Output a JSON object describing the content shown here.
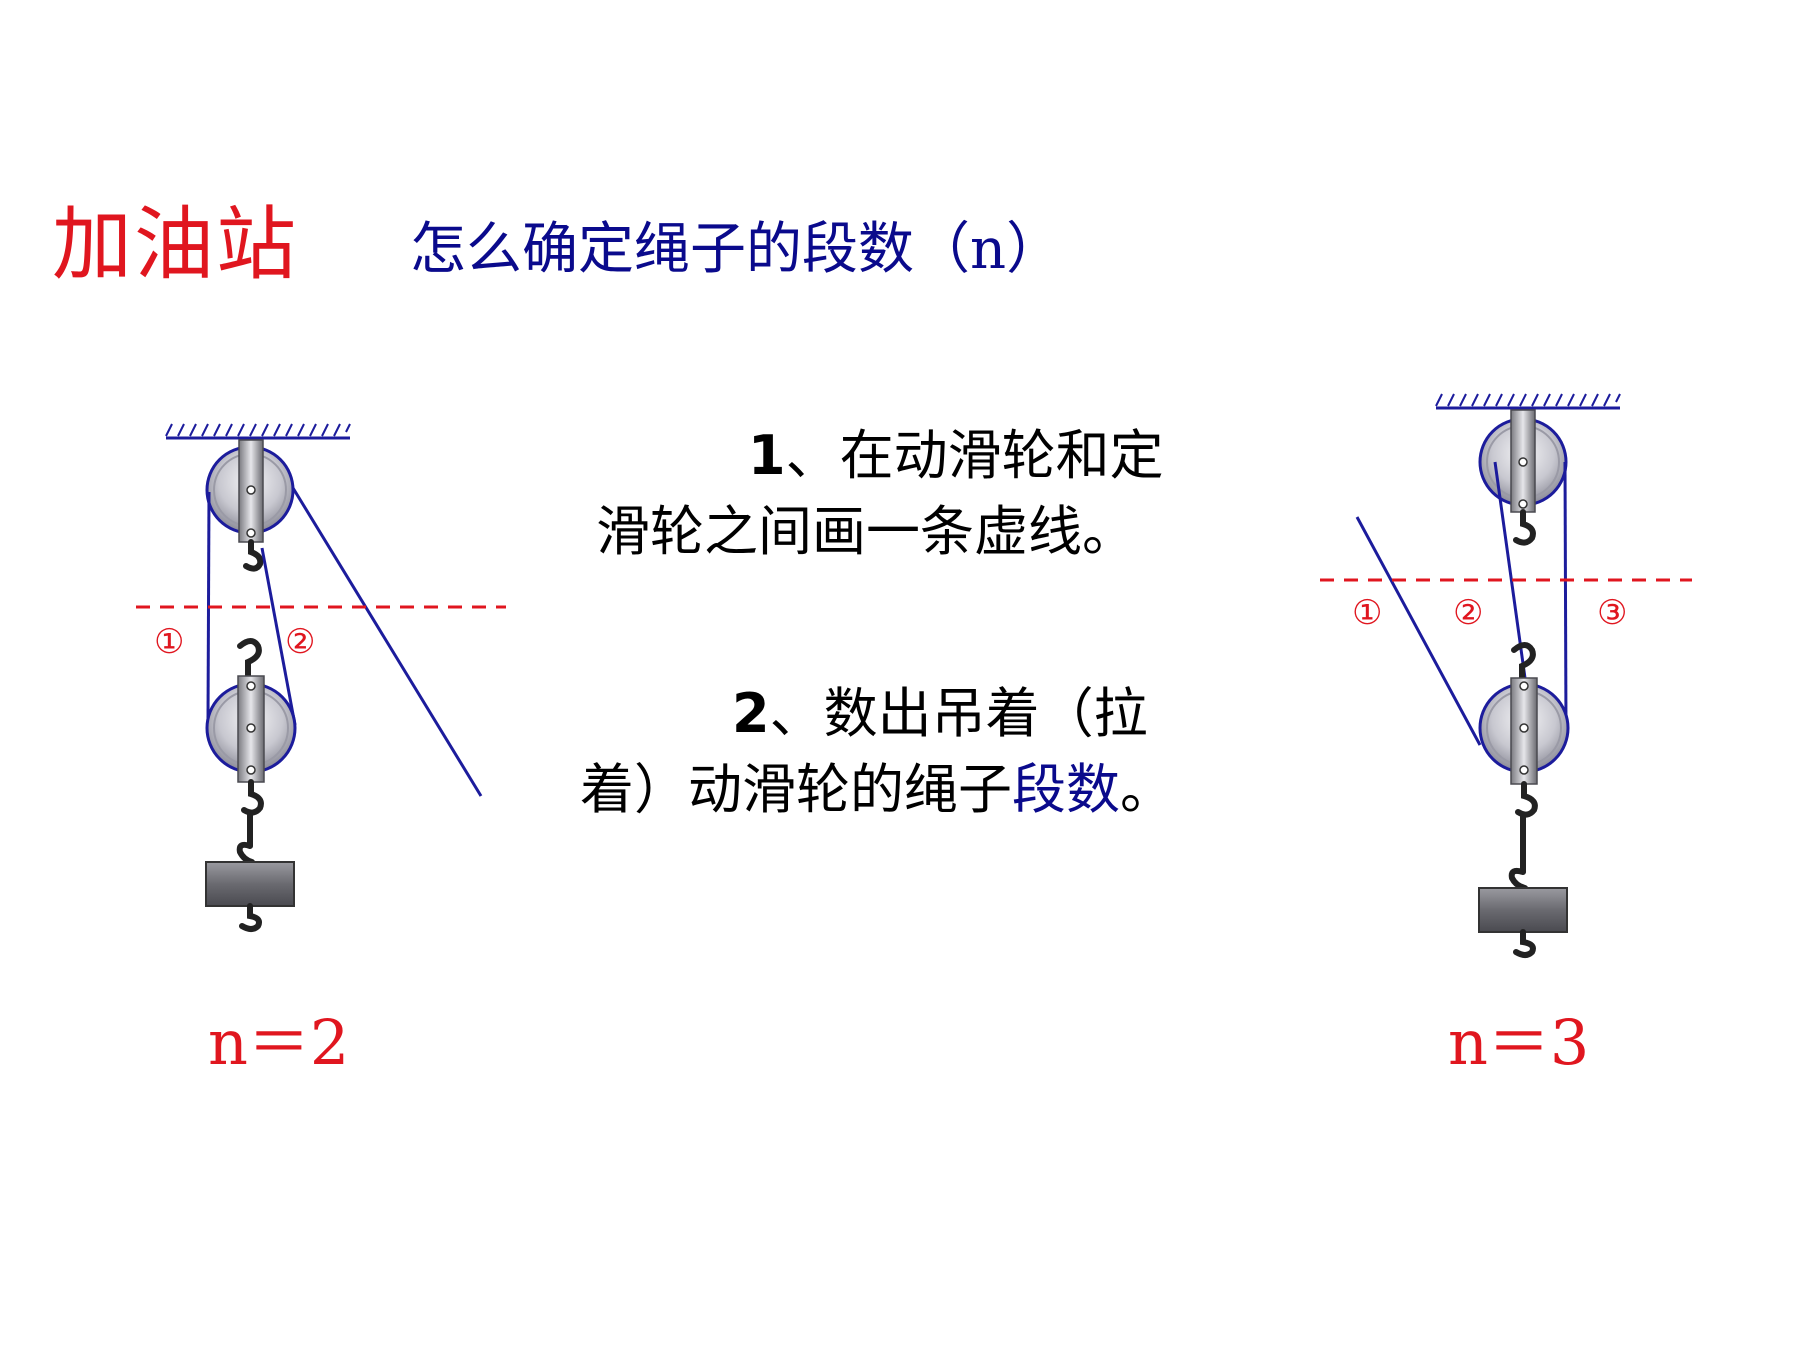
{
  "header": {
    "title": "加油站",
    "subtitle": "怎么确定绳子的段数（n）"
  },
  "steps": [
    {
      "number": "1",
      "line1_rest": "、在动滑轮和定",
      "line2": "滑轮之间画一条虚线。"
    },
    {
      "number": "2",
      "line1_rest": "、数出吊着（拉",
      "line2_prefix": "着）动滑轮的绳子",
      "line2_highlight": "段数",
      "line2_suffix": "。"
    }
  ],
  "diagrams": {
    "left": {
      "segment_labels": [
        "①",
        "②"
      ],
      "result": "n＝2"
    },
    "right": {
      "segment_labels": [
        "①",
        "②",
        "③"
      ],
      "result": "n＝3"
    }
  },
  "colors": {
    "title_red": "#e0161f",
    "subtitle_blue": "#0a0a8c",
    "rope_blue": "#1c1c9c",
    "dashed_red": "#e0161f"
  }
}
